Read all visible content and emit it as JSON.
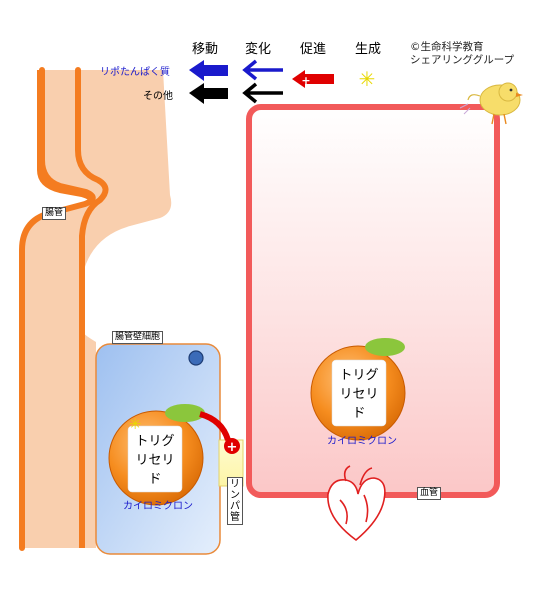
{
  "legend": {
    "headers": {
      "move": "移動",
      "change": "変化",
      "promote": "促進",
      "generate": "生成"
    },
    "rows": [
      {
        "label": "リポたんぱく質",
        "color": "#1a1acc"
      },
      {
        "label": "その他",
        "color": "#000000"
      }
    ]
  },
  "copyright": {
    "line1": "©生命科学教育",
    "line2": "シェアリンググループ"
  },
  "labels": {
    "intestine": "腸管",
    "epithelial_cell": "腸管壁細胞",
    "lymph": "リンパ管",
    "blood_vessel": "血管"
  },
  "particles": [
    {
      "line1": "トリグ",
      "line2": "リセリ",
      "line3": "ド",
      "caption": "カイロミクロン"
    },
    {
      "line1": "トリグ",
      "line2": "リセリ",
      "line3": "ド",
      "caption": "カイロミクロン"
    }
  ],
  "colors": {
    "intestine_wall": "#f47c20",
    "intestine_fill": "#f9cfae",
    "blood_border": "#f25a5a",
    "cell_fill": "#bcd3f4",
    "particle_orange": "#f48b1c",
    "particle_green": "#8bc63c",
    "caption_blue": "#1a1acc",
    "promote_red": "#e00000"
  },
  "icons": [
    "blue-move-arrow",
    "blue-change-arrow",
    "black-move-arrow",
    "black-change-arrow",
    "promote-plus-arrow",
    "generate-star-icon",
    "chick-icon",
    "heart-icon",
    "nucleus"
  ]
}
